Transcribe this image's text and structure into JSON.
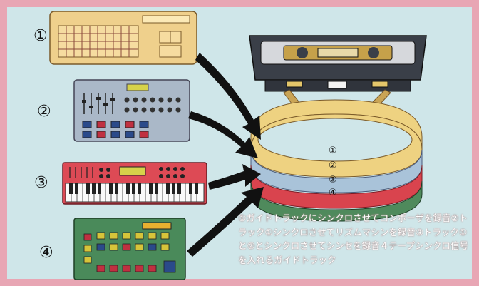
{
  "labels": [
    "①",
    "②",
    "③",
    "④"
  ],
  "tape_band_labels": [
    "①",
    "②",
    "③",
    "④"
  ],
  "caption": "①ガイドトラックにシンクロさせてコンポーザを録音②トラック①シンクロさせてリズムマシンを録音③トラック①と②とシンクロさせてシンセを録音４テープシンクロ信号を入れるガイドトラック",
  "colors": {
    "border": "#e8a6b4",
    "panel": "#cfe6e9",
    "computer": "#efd08c",
    "rhythm_machine": "#aab8c8",
    "synthesizer": "#dd4a55",
    "sequencer": "#4a8a5a",
    "band_yellow": "#eed281",
    "band_blue": "#a9c3d9",
    "band_red": "#d9444e",
    "band_green": "#4f8a5c",
    "cassette": "#3a3f48"
  }
}
